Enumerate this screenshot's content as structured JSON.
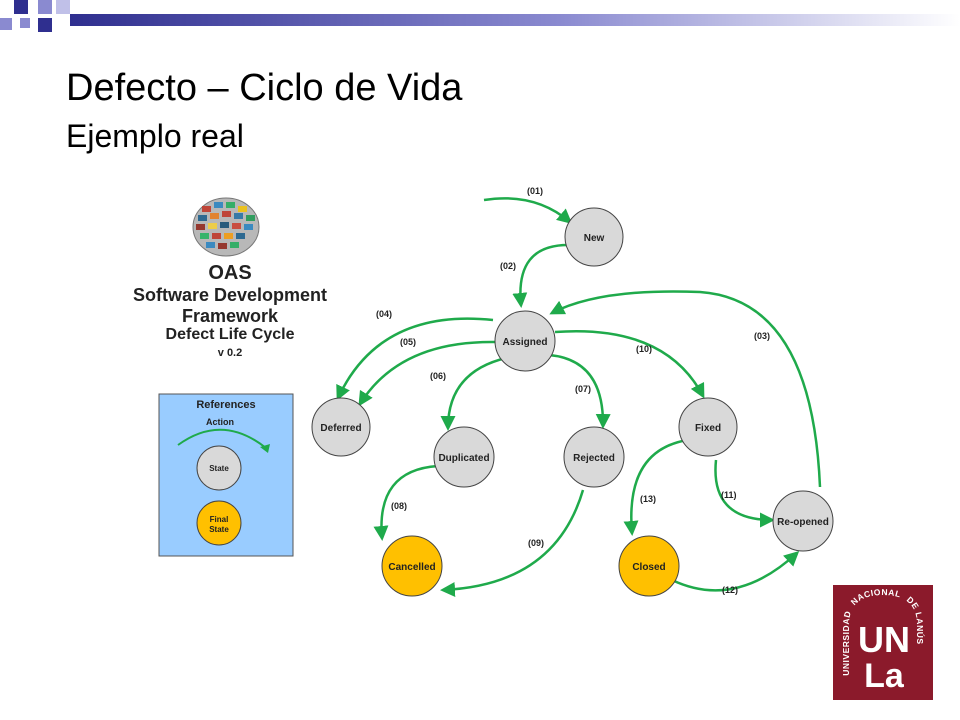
{
  "slide": {
    "title": "Defecto – Ciclo de Vida",
    "subtitle": "Ejemplo real"
  },
  "colors": {
    "accent_dark": "#2f2f8f",
    "accent_mid": "#8a8ad0",
    "arrow_green": "#1faa4b",
    "state_grey": "#d9d9d9",
    "final_gold": "#ffc000",
    "legend_blue": "#99ccff",
    "logo_red": "#8b1a2b"
  },
  "framework": {
    "line1": "OAS",
    "line2": "Software Development",
    "line3": "Framework",
    "line4": "Defect Life Cycle",
    "version": "v 0.2"
  },
  "references": {
    "title": "References",
    "action_label": "Action",
    "state_label": "State",
    "final_state_line1": "Final",
    "final_state_line2": "State"
  },
  "states": {
    "new": "New",
    "assigned": "Assigned",
    "deferred": "Deferred",
    "duplicated": "Duplicated",
    "rejected": "Rejected",
    "fixed": "Fixed",
    "reopened": "Re-opened",
    "cancelled": "Cancelled",
    "closed": "Closed"
  },
  "transitions": {
    "t01": "(01)",
    "t02": "(02)",
    "t03": "(03)",
    "t04": "(04)",
    "t05": "(05)",
    "t06": "(06)",
    "t07": "(07)",
    "t08": "(08)",
    "t09": "(09)",
    "t10": "(10)",
    "t11": "(11)",
    "t12": "(12)",
    "t13": "(13)"
  },
  "logo": {
    "arc_left": "UNIVERSIDAD",
    "arc_top": "NACIONAL",
    "arc_right": "DE LANÚS",
    "letters_top": "UN",
    "letters_bottom": "La"
  },
  "icons": {
    "globe": "oas-globe-icon"
  }
}
